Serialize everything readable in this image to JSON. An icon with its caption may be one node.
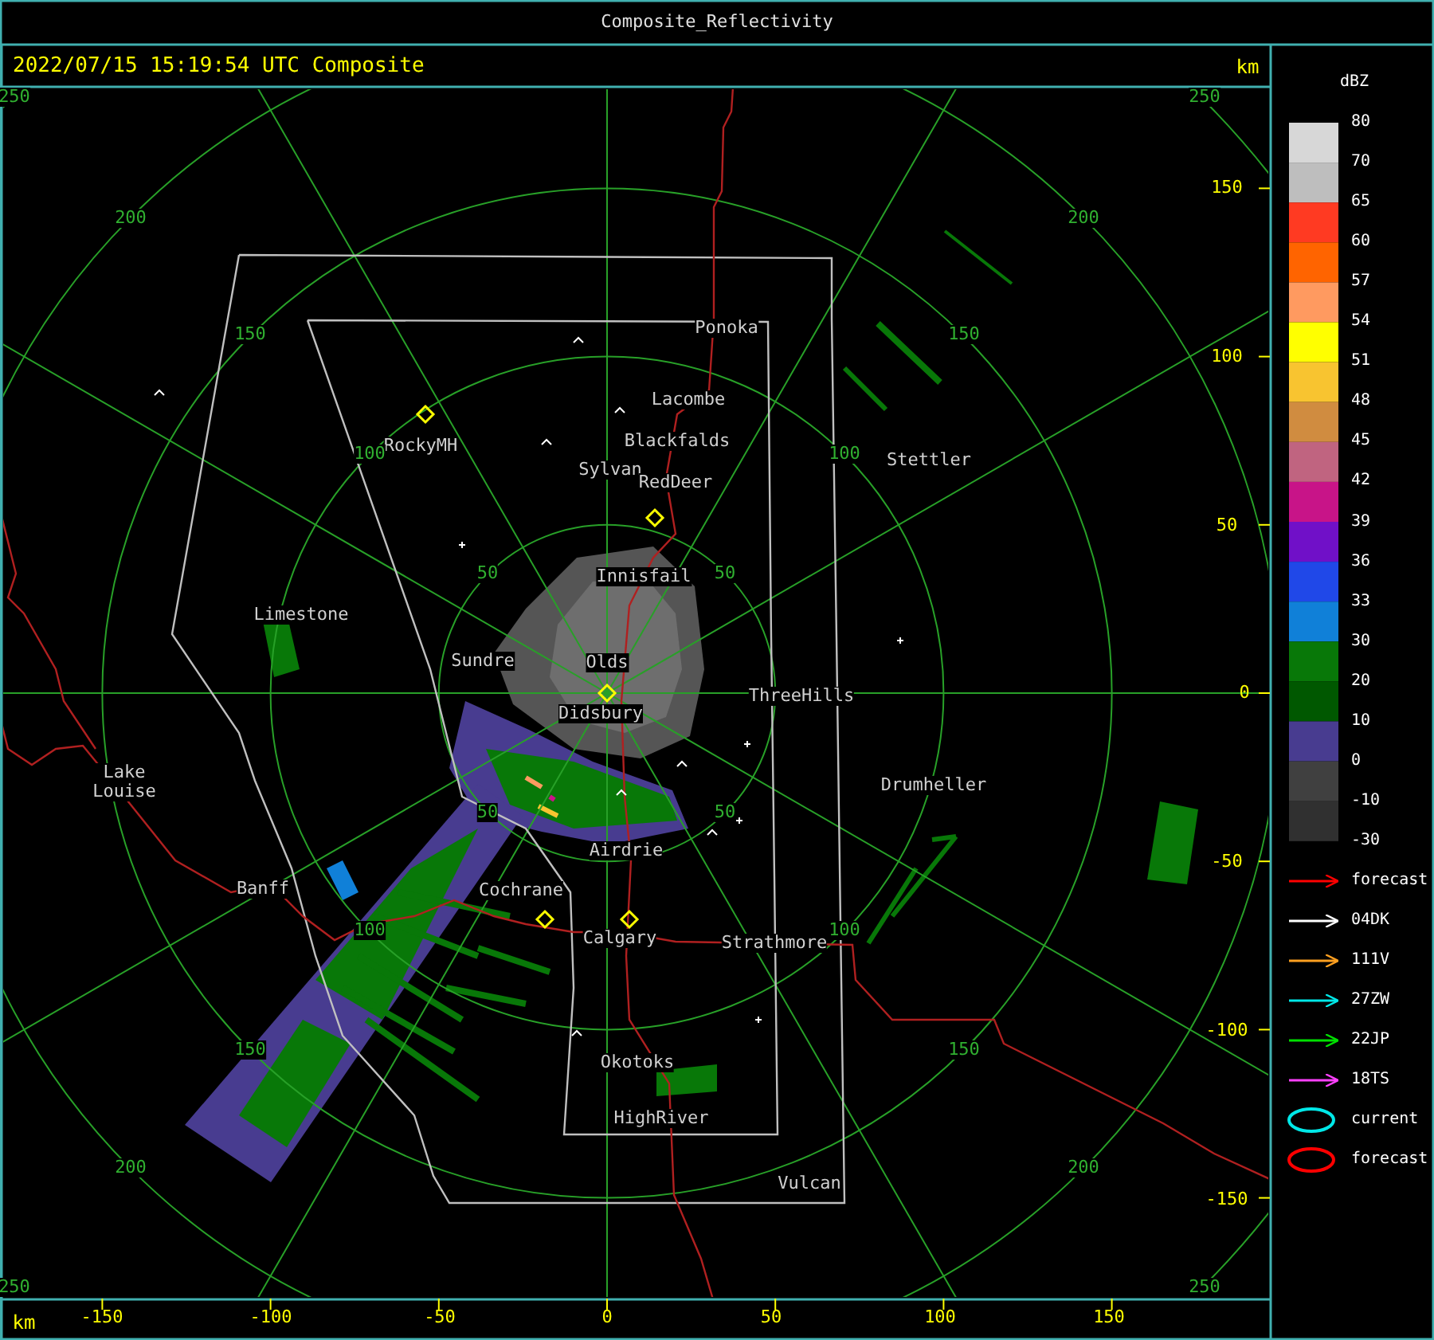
{
  "diagram": {
    "title": "Composite_Reflectivity",
    "labels": [
      "2022/07/15 15:19:54 UTC Composite",
      "km",
      "dBZ",
      "-30",
      "Ponoka",
      "Lacombe",
      "Blackfalds",
      "Sylvan",
      "RedDeer",
      "RockyMH",
      "Stettler",
      "Innisfail",
      "Limestone",
      "Sundre",
      "Olds",
      "Didsbury",
      "ThreeHills",
      "Lake Louise",
      "Drumheller",
      "Airdrie",
      "Banff",
      "Cochrane",
      "Calgary",
      "Strathmore",
      "Okotoks",
      "HighRiver",
      "Vulcan",
      "250",
      "250",
      "200",
      "200",
      "150",
      "150",
      "100",
      "100",
      "50",
      "50",
      "50",
      "50",
      "100",
      "100",
      "150",
      "150",
      "200",
      "200",
      "250",
      "250",
      "150",
      "100",
      "50",
      "0",
      "-50",
      "-100",
      "-150",
      "km",
      "-150",
      "-100",
      "-50",
      "0",
      "50",
      "100",
      "150"
    ],
    "legend": [
      {
        "text": "80",
        "color": "#d7d7d7"
      },
      {
        "text": "70",
        "color": "#bebebe"
      },
      {
        "text": "65",
        "color": "#ff3a22"
      },
      {
        "text": "60",
        "color": "#ff6400"
      },
      {
        "text": "57",
        "color": "#ff9a60"
      },
      {
        "text": "54",
        "color": "#ffff00"
      },
      {
        "text": "51",
        "color": "#f8c430"
      },
      {
        "text": "48",
        "color": "#d08c40"
      },
      {
        "text": "45",
        "color": "#c06480"
      },
      {
        "text": "42",
        "color": "#c81488"
      },
      {
        "text": "39",
        "color": "#7010c8"
      },
      {
        "text": "36",
        "color": "#2048e8"
      },
      {
        "text": "33",
        "color": "#1080d8"
      },
      {
        "text": "30",
        "color": "#087808"
      },
      {
        "text": "20",
        "color": "#005800"
      },
      {
        "text": "10",
        "color": "#483c90"
      },
      {
        "text": "0",
        "color": "#404040"
      },
      {
        "text": "-10",
        "color": "#303030"
      },
      {
        "text": "forecast"
      },
      {
        "text": "04DK"
      },
      {
        "text": "111V"
      },
      {
        "text": "27ZW"
      },
      {
        "text": "22JP"
      },
      {
        "text": "18TS"
      },
      {
        "text": "current"
      },
      {
        "text": "forecast"
      }
    ]
  }
}
